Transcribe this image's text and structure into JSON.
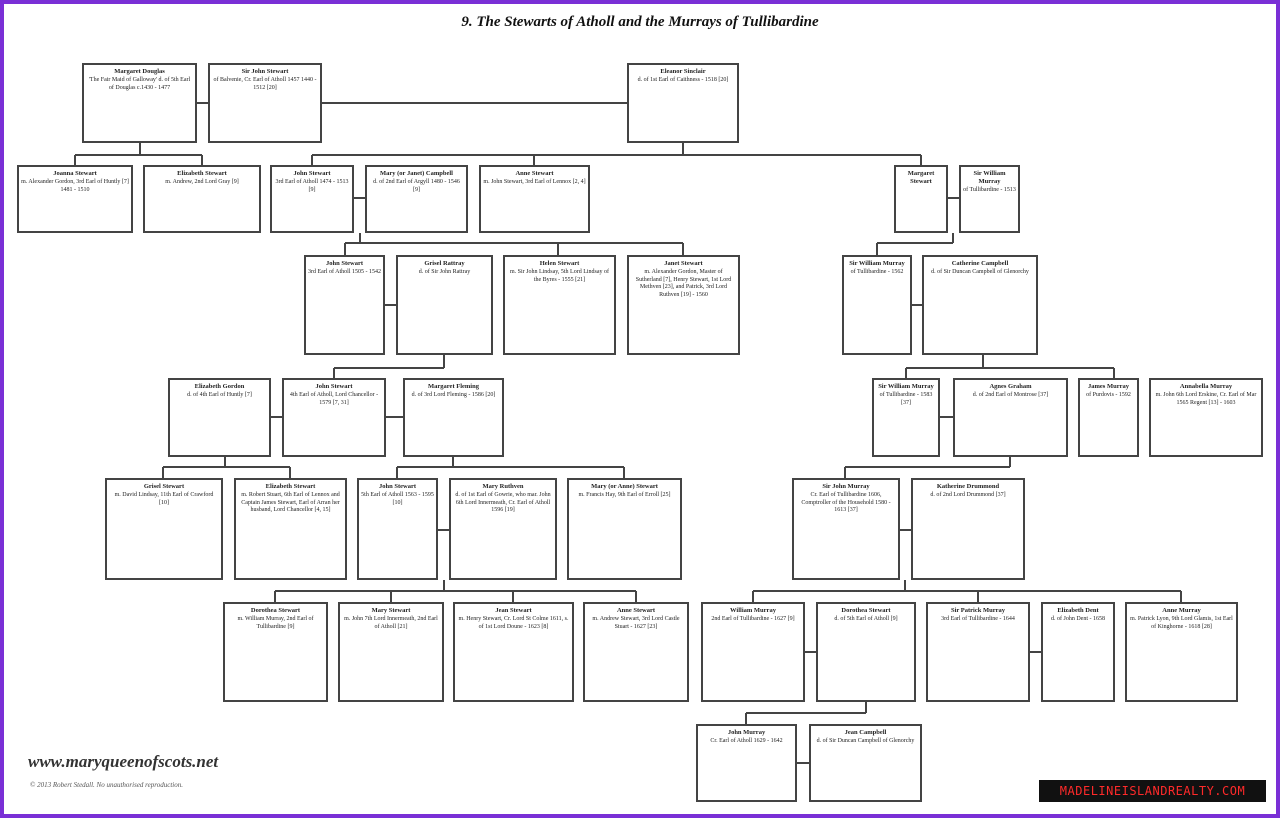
{
  "title": "9.  The Stewarts of Atholl and the Murrays of Tullibardine",
  "footer": {
    "website": "www.maryqueenofscots.net",
    "copyright": "© 2013 Robert Stedall. No unauthorised reproduction."
  },
  "watermark": "MADELINEISLANDREALTY.COM",
  "colors": {
    "frame": "#7a2fd6",
    "watermark_bg": "#111111",
    "watermark_text": "#ff2a2a",
    "box_border": "#444444"
  },
  "people": [
    {
      "id": "margaret-douglas",
      "name": "Margaret Douglas",
      "desc": "'The Fair Maid of Galloway' d. of 5th Earl of Douglas c.1430 - 1477"
    },
    {
      "id": "sir-john-stewart-balvenie",
      "name": "Sir John Stewart",
      "desc": "of Balvenie, Cr. Earl of Atholl 1457 1440 - 1512 [20]"
    },
    {
      "id": "eleanor-sinclair",
      "name": "Eleanor Sinclair",
      "desc": "d. of 1st Earl of Caithness - 1518 [20]"
    },
    {
      "id": "joanna-stewart",
      "name": "Joanna Stewart",
      "desc": "m. Alexander Gordon, 3rd Earl of Huntly [7] 1481 - 1510"
    },
    {
      "id": "elizabeth-stewart-1",
      "name": "Elizabeth Stewart",
      "desc": "m. Andrew, 2nd Lord Gray [9]"
    },
    {
      "id": "john-stewart-3rd",
      "name": "John Stewart",
      "desc": "3rd Earl of Atholl 1474 - 1513 [9]"
    },
    {
      "id": "mary-campbell",
      "name": "Mary (or Janet) Campbell",
      "desc": "d. of 2nd Earl of Argyll 1480 - 1546 [9]"
    },
    {
      "id": "anne-stewart",
      "name": "Anne Stewart",
      "desc": "m. John Stewart, 3rd Earl of Lennox [2, 4]"
    },
    {
      "id": "margaret-stewart",
      "name": "Margaret Stewart",
      "desc": ""
    },
    {
      "id": "sir-william-murray-1",
      "name": "Sir William Murray",
      "desc": "of Tullibardine - 1513"
    },
    {
      "id": "john-stewart-4th",
      "name": "John Stewart",
      "desc": "3rd Earl of Atholl 1505 - 1542"
    },
    {
      "id": "grisel-rattray",
      "name": "Grisel Rattray",
      "desc": "d. of Sir John Rattray"
    },
    {
      "id": "helen-stewart",
      "name": "Helen Stewart",
      "desc": "m. Sir John Lindsay, 5th Lord Lindsay of the Byres - 1555 [21]"
    },
    {
      "id": "janet-stewart",
      "name": "Janet Stewart",
      "desc": "m. Alexander Gordon, Master of Sutherland [7], Henry Stewart, 1st Lord Methven [23], and Patrick, 3rd Lord Ruthven [19] - 1560"
    },
    {
      "id": "sir-william-murray-2",
      "name": "Sir William Murray",
      "desc": "of Tullibardine - 1562"
    },
    {
      "id": "catherine-campbell",
      "name": "Catherine Campbell",
      "desc": "d. of Sir Duncan Campbell of Glenorchy"
    },
    {
      "id": "elizabeth-gordon",
      "name": "Elizabeth Gordon",
      "desc": "d. of 4th Earl of Huntly [7]"
    },
    {
      "id": "john-stewart-5th",
      "name": "John Stewart",
      "desc": "4th Earl of Atholl, Lord Chancellor - 1579 [7, 31]"
    },
    {
      "id": "margaret-fleming",
      "name": "Margaret Fleming",
      "desc": "d. of 3rd Lord Fleming - 1586 [20]"
    },
    {
      "id": "sir-william-murray-3",
      "name": "Sir William Murray",
      "desc": "of Tullibardine - 1583 [37]"
    },
    {
      "id": "agnes-graham",
      "name": "Agnes Graham",
      "desc": "d. of 2nd Earl of Montrose [37]"
    },
    {
      "id": "james-murray",
      "name": "James Murray",
      "desc": "of Purdovis - 1592"
    },
    {
      "id": "annabella-murray",
      "name": "Annabella Murray",
      "desc": "m. John 6th Lord Erskine, Cr. Earl of Mar 1565 Regent [13] - 1603"
    },
    {
      "id": "grisel-stewart",
      "name": "Grisel Stewart",
      "desc": "m. David Lindsay, 11th Earl of Crawford [10]"
    },
    {
      "id": "elizabeth-stewart-2",
      "name": "Elizabeth Stewart",
      "desc": "m. Robert Stuart, 6th Earl of Lennox and Captain James Stewart, Earl of Arran her husband, Lord Chancellor [4, 15]"
    },
    {
      "id": "john-stewart-6th",
      "name": "John Stewart",
      "desc": "5th Earl of Atholl 1563 - 1595 [10]"
    },
    {
      "id": "mary-ruthven",
      "name": "Mary Ruthven",
      "desc": "d. of 1st Earl of Gowrie, who mar. John 6th Lord Innermeath, Cr. Earl of Atholl 1596 [19]"
    },
    {
      "id": "mary-anne-stewart",
      "name": "Mary (or Anne) Stewart",
      "desc": "m. Francis Hay, 9th Earl of Erroll [25]"
    },
    {
      "id": "sir-john-murray",
      "name": "Sir John Murray",
      "desc": "Cr. Earl of Tullibardine 1606, Comptroller of the Household 1580 - 1613 [37]"
    },
    {
      "id": "katherine-drummond",
      "name": "Katherine Drummond",
      "desc": "d. of 2nd Lord Drummond [37]"
    },
    {
      "id": "dorothea-stewart-1",
      "name": "Dorothea Stewart",
      "desc": "m. William Murray, 2nd Earl of Tullibardine [9]"
    },
    {
      "id": "mary-stewart",
      "name": "Mary Stewart",
      "desc": "m. John 7th Lord Innermeath, 2nd Earl of Atholl [21]"
    },
    {
      "id": "jean-stewart",
      "name": "Jean Stewart",
      "desc": "m. Henry Stewart, Cr. Lord St Colme 1611, s. of 1st Lord Doune - 1623 [8]"
    },
    {
      "id": "anne-stewart-2",
      "name": "Anne Stewart",
      "desc": "m. Andrew Stewart, 3rd Lord Castle Stuart - 1627 [23]"
    },
    {
      "id": "william-murray",
      "name": "William Murray",
      "desc": "2nd Earl of Tullibardine - 1627 [9]"
    },
    {
      "id": "dorothea-stewart-2",
      "name": "Dorothea Stewart",
      "desc": "d. of 5th Earl of Atholl [9]"
    },
    {
      "id": "sir-patrick-murray",
      "name": "Sir Patrick Murray",
      "desc": "3rd Earl of Tullibardine - 1644"
    },
    {
      "id": "elizabeth-dent",
      "name": "Elizabeth Dent",
      "desc": "d. of John Dent - 1658"
    },
    {
      "id": "anne-murray",
      "name": "Anne Murray",
      "desc": "m. Patrick Lyon, 9th Lord Glamis, 1st Earl of Kinghorne - 1618 [28]"
    },
    {
      "id": "john-murray",
      "name": "John Murray",
      "desc": "Cr. Earl of Atholl 1629 - 1642"
    },
    {
      "id": "jean-campbell",
      "name": "Jean Campbell",
      "desc": "d. of Sir Duncan Campbell of Glenorchy"
    }
  ]
}
